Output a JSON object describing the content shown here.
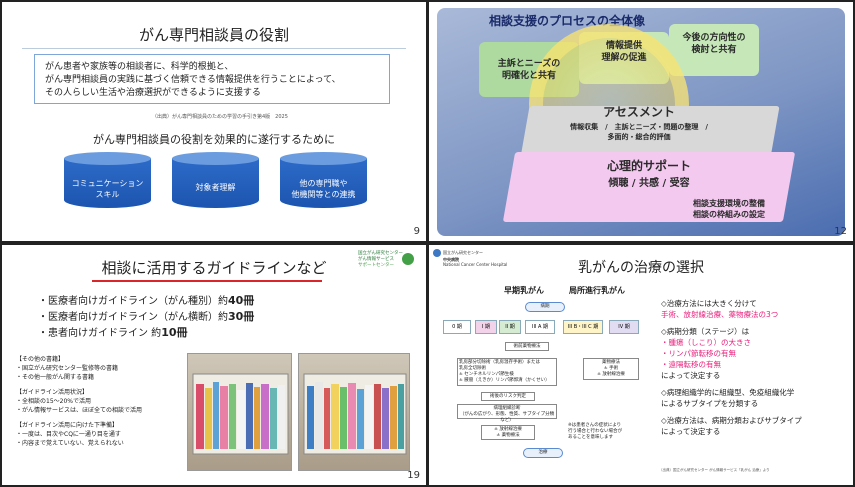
{
  "slide1": {
    "title": "がん専門相談員の役割",
    "box_lines": [
      "がん患者や家族等の相談者に、科学的根拠と、",
      "がん専門相談員の実践に基づく信頼できる情報提供を行うことによって、",
      "その人らしい生活や治療選択ができるように支援する"
    ],
    "source": "（出典）がん専門相談員のための学習の手引き第4版　2025",
    "subtitle": "がん専門相談員の役割を効果的に遂行するために",
    "cylinders": [
      [
        "コミュニケーション",
        "スキル"
      ],
      [
        "対象者理解",
        ""
      ],
      [
        "他の専門職や",
        "他機関等との連携"
      ]
    ],
    "page": "9"
  },
  "slide2": {
    "title": "相談支援のプロセスの全体像",
    "green_boxes": [
      [
        "主訴とニーズの",
        "明確化と共有"
      ],
      [
        "情報提供",
        "理解の促進"
      ],
      [
        "今後の方向性の",
        "検討と共有"
      ]
    ],
    "assessment_title": "アセスメント",
    "assessment_sub": [
      "情報収集　/　主訴とニーズ・問題の整理　/",
      "多面的・総合的評価"
    ],
    "support_title": "心理的サポート",
    "support_sub": "傾聴 / 共感 / 受容",
    "base": [
      "相談支援環境の整備",
      "相談の枠組みの設定"
    ],
    "page": "12"
  },
  "slide3": {
    "title": "相談に活用するガイドラインなど",
    "logo_text": [
      "国立がん研究センター",
      "がん情報サービス",
      "サポートセンター"
    ],
    "bullets": [
      {
        "text": "・医療者向けガイドライン（がん種別）約",
        "num": "40冊"
      },
      {
        "text": "・医療者向けガイドライン（がん横断）約",
        "num": "30冊"
      },
      {
        "text": "・患者向けガイドライン 約",
        "num": "10冊"
      }
    ],
    "notes": [
      "【その他の書籍】",
      "・国立がん研究センター監修等の書籍",
      "・その他一般がん関する書籍",
      "",
      "【ガイドライン活用状況】",
      "・全相談の15～20%で活用",
      "・がん情報サービスは、ほぼ全ての相談で活用",
      "",
      "【ガイドライン活用に向けた下準備】",
      "・一度は、目次やCQに一通り目を通す",
      "・内容まで覚えていない、覚えられない"
    ],
    "page": "19"
  },
  "slide4": {
    "header": [
      "国立がん研究センター",
      "中央病院",
      "National Cancer Center Hospital"
    ],
    "title": "乳がんの治療の選択",
    "label_early": "早期乳がん",
    "label_local": "局所進行乳がん",
    "flow": {
      "top": "病期",
      "stages": [
        "0 期",
        "I 期",
        "II 期",
        "III A 期",
        "III B・III C 期",
        "IV 期"
      ],
      "neo": "術前薬物療法",
      "surgery": [
        "乳房部分切除術（乳房温存手術）または",
        "乳房全切除術",
        "± センチネルリンパ節生検",
        "± 腋窩（えきか）リンパ節郭清（かくせい）"
      ],
      "risk": "術後のリスク判定",
      "path": [
        "病理組織診断",
        "（がんの広がり、形態、性質、サブタイプ分類など）"
      ],
      "post": [
        "± 放射線治療",
        "± 薬物療法"
      ],
      "drug": [
        "薬物療法",
        "± 手術",
        "± 放射線治療"
      ],
      "note": [
        "※は患者さんの症状により",
        "行う場合と行わない場合が",
        "あることを意味します"
      ],
      "bottom": "治療"
    },
    "right": [
      {
        "t": "◇治療方法には大きく分けて",
        "c": ""
      },
      {
        "t": "手術、放射線治療、薬物療法の3つ",
        "c": "pink"
      },
      {
        "t": "",
        "c": ""
      },
      {
        "t": "◇病期分類（ステージ）は",
        "c": ""
      },
      {
        "t": "・腫瘍（しこり）の大きさ",
        "c": "pink"
      },
      {
        "t": "・リンパ節転移の有無",
        "c": "pink"
      },
      {
        "t": "・遠隔転移の有無",
        "c": "pink"
      },
      {
        "t": "によって決定する",
        "c": ""
      },
      {
        "t": "",
        "c": ""
      },
      {
        "t": "◇病理組織学的に組織型、免疫組織化学",
        "c": ""
      },
      {
        "t": "によるサブタイプを分類する",
        "c": ""
      },
      {
        "t": "",
        "c": ""
      },
      {
        "t": "◇治療方法は、病期分類およびサブタイプ",
        "c": ""
      },
      {
        "t": "によって決定する",
        "c": ""
      }
    ],
    "footer": "（出典）国立がん研究センター がん情報サービス「乳がん 治療」より"
  },
  "colors": {
    "accent_blue": "#2d6bc8",
    "red": "#d8262b",
    "pink": "#e91e7b"
  }
}
